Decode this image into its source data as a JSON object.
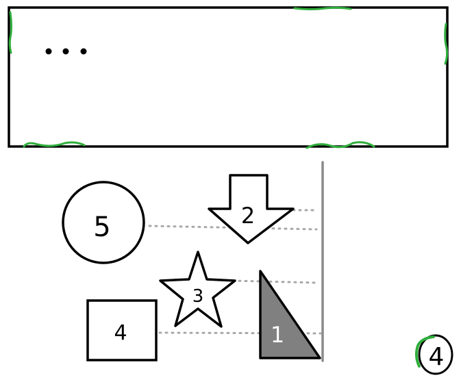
{
  "panel": {
    "ellipsis": "..."
  },
  "shapes": {
    "circle_label": "5",
    "arrow_label": "2",
    "star_label": "3",
    "square_label": "4",
    "triangle_label": "1"
  },
  "corner_badge": {
    "label": "4"
  },
  "colors": {
    "stroke": "#000000",
    "highlight": "#2fae3c",
    "guide_line": "#8a8a8a",
    "dotted_line": "#a8a8a8",
    "triangle_fill": "#808080",
    "triangle_label": "#ffffff"
  }
}
